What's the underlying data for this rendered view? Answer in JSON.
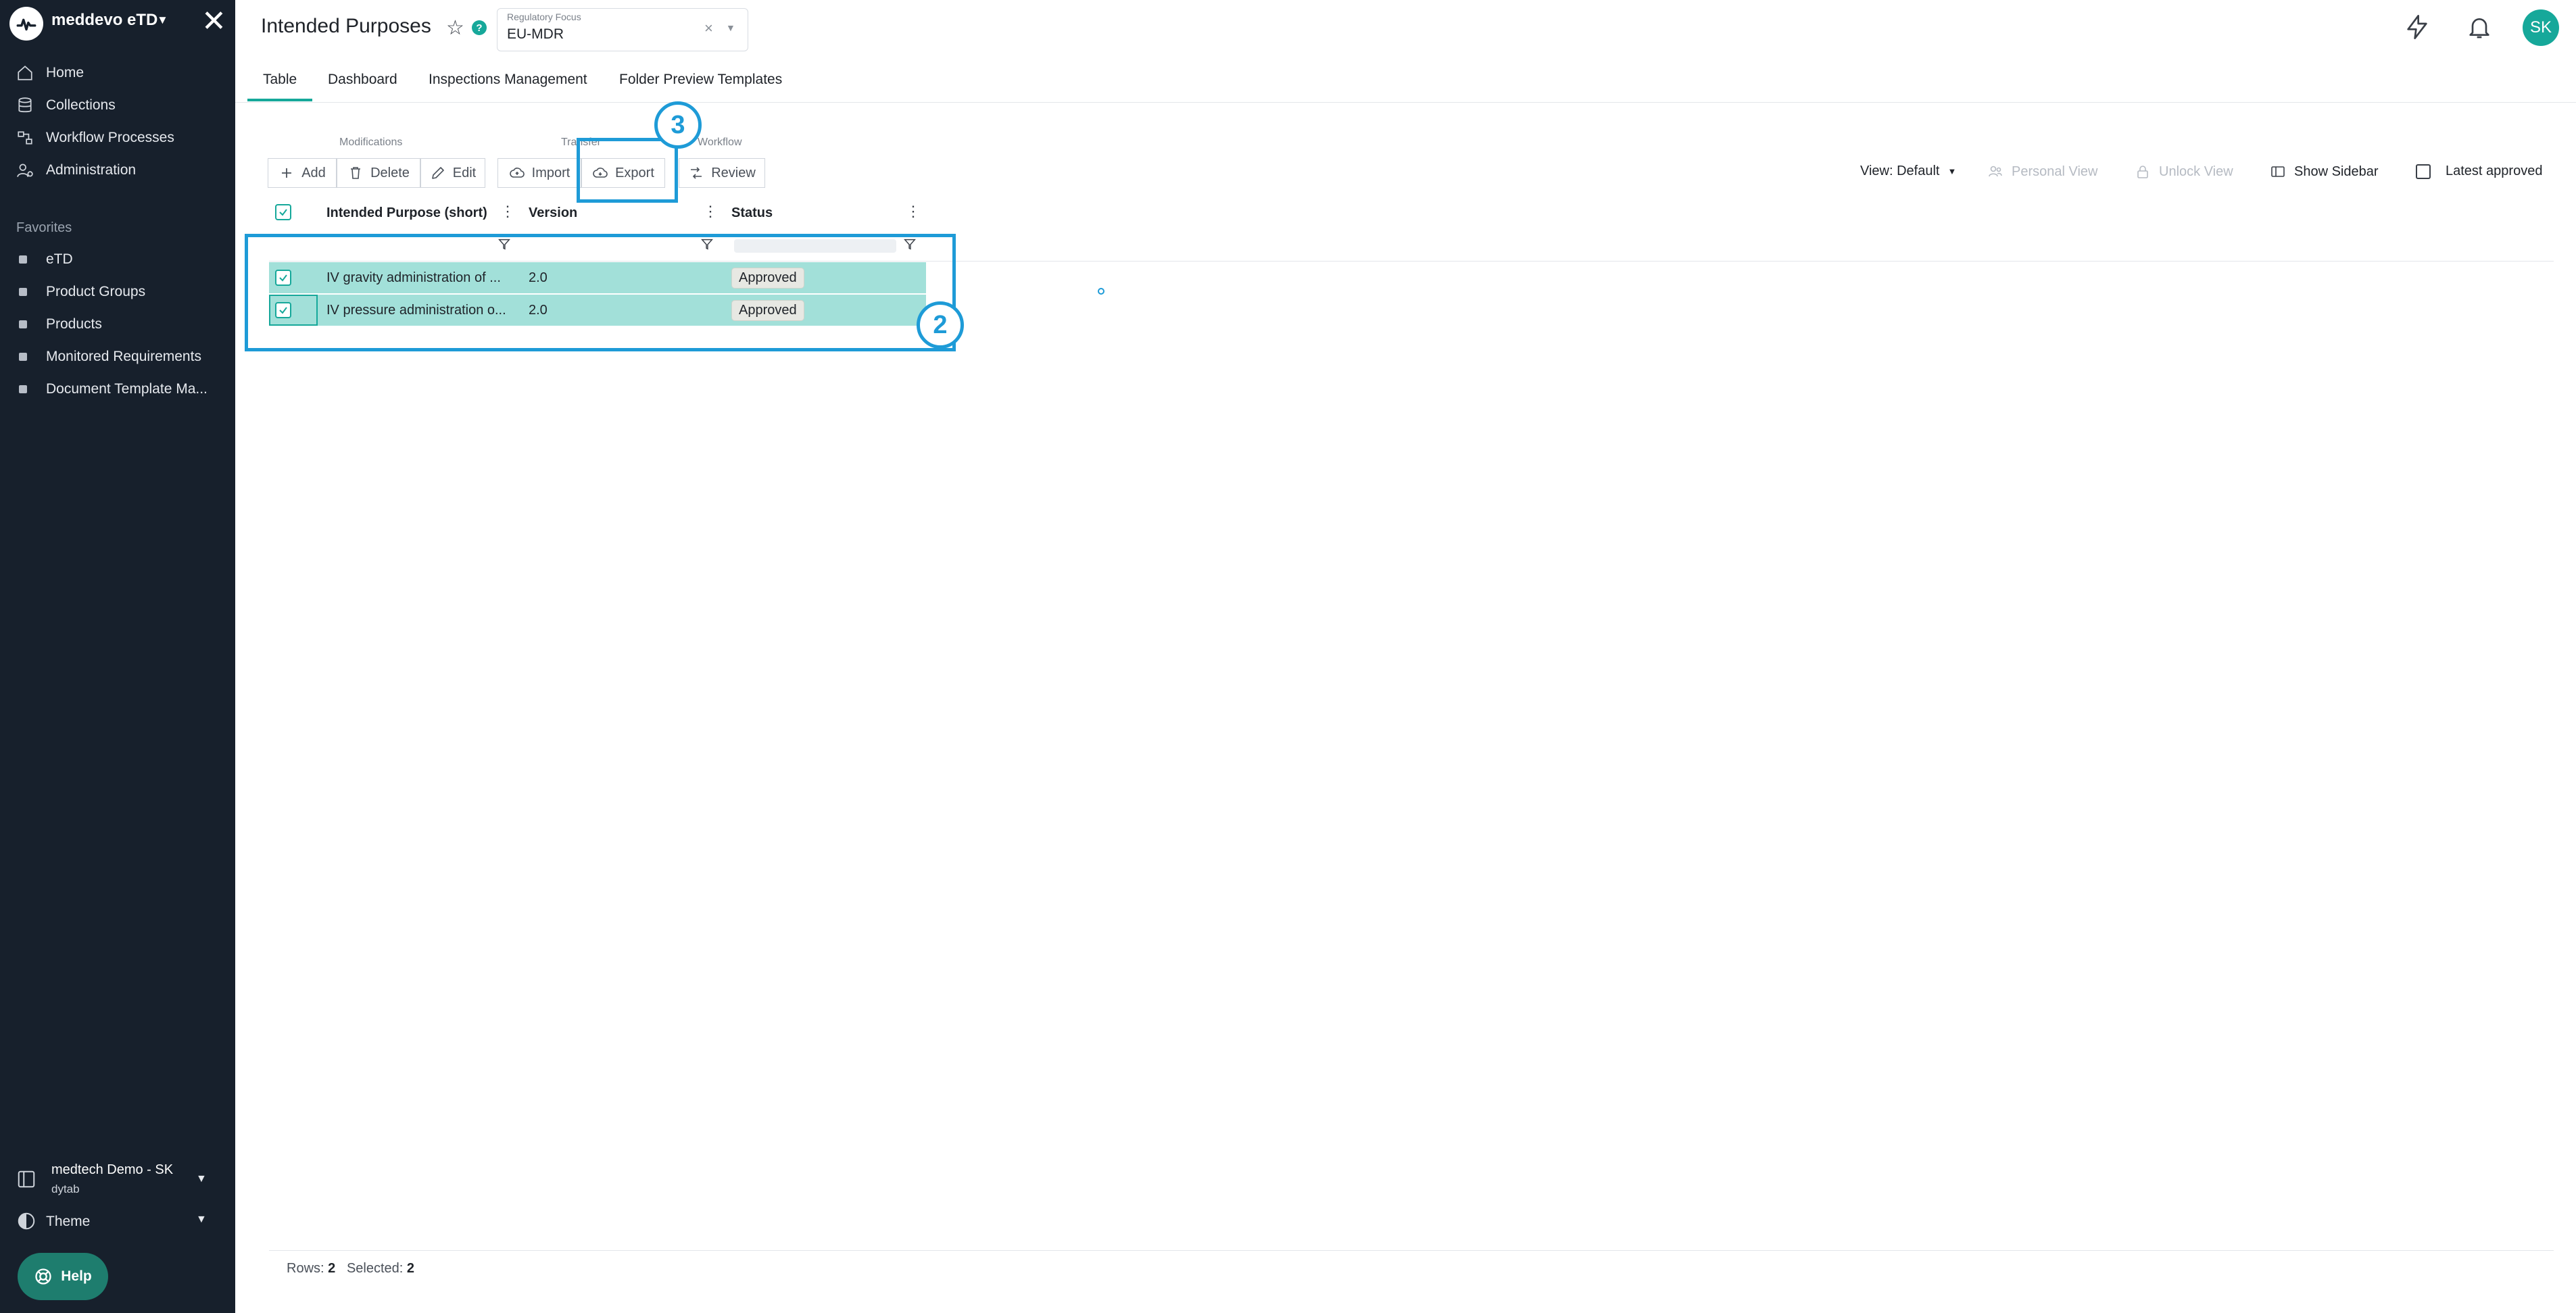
{
  "sidebar": {
    "brand": "meddevo eTD",
    "nav": [
      {
        "label": "Home",
        "icon": "home-icon"
      },
      {
        "label": "Collections",
        "icon": "database-icon"
      },
      {
        "label": "Workflow Processes",
        "icon": "workflow-icon"
      },
      {
        "label": "Administration",
        "icon": "user-gear-icon"
      }
    ],
    "favorites_label": "Favorites",
    "favorites": [
      "eTD",
      "Product Groups",
      "Products",
      "Monitored Requirements",
      "Document Template Ma..."
    ],
    "tenant": {
      "name": "medtech Demo - SK",
      "sub": "dytab"
    },
    "theme_label": "Theme",
    "help_label": "Help"
  },
  "header": {
    "title": "Intended Purposes",
    "regulatory_focus": {
      "label": "Regulatory Focus",
      "value": "EU-MDR"
    },
    "avatar": "SK"
  },
  "tabs": [
    "Table",
    "Dashboard",
    "Inspections Management",
    "Folder Preview Templates"
  ],
  "toolbar": {
    "groups": {
      "modifications": "Modifications",
      "transfer": "Transfer",
      "workflow": "Workflow"
    },
    "add": "Add",
    "delete": "Delete",
    "edit": "Edit",
    "import": "Import",
    "export": "Export",
    "review": "Review",
    "view": "View: Default",
    "personal_view": "Personal View",
    "unlock_view": "Unlock View",
    "show_sidebar": "Show Sidebar",
    "latest_approved": "Latest approved"
  },
  "table": {
    "columns": [
      "Intended Purpose (short)",
      "Version",
      "Status"
    ],
    "rows": [
      {
        "purpose": "IV gravity administration of ...",
        "version": "2.0",
        "status": "Approved"
      },
      {
        "purpose": "IV pressure administration o...",
        "version": "2.0",
        "status": "Approved"
      }
    ]
  },
  "footer": {
    "rows_label": "Rows:",
    "rows": "2",
    "selected_label": "Selected:",
    "selected": "2"
  },
  "annotations": {
    "table_marker": "2",
    "export_marker": "3"
  },
  "colors": {
    "accent": "#16a89a",
    "sidebar_bg": "#17202c",
    "row_selected": "#a2e0d9",
    "annotation": "#1e9bd7"
  }
}
